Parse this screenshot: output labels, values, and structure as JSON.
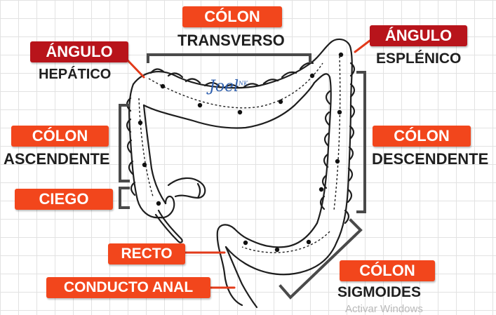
{
  "labels": {
    "colon_transverso": {
      "title": "CÓLON",
      "sub": "TRANSVERSO"
    },
    "angulo_hepatico": {
      "title": "ÁNGULO",
      "sub": "HEPÁTICO"
    },
    "angulo_esplenico": {
      "title": "ÁNGULO",
      "sub": "ESPLÉNICO"
    },
    "colon_ascendente": {
      "title": "CÓLON",
      "sub": "ASCENDENTE"
    },
    "colon_descendente": {
      "title": "CÓLON",
      "sub": "DESCENDENTE"
    },
    "ciego": {
      "title": "CIEGO"
    },
    "recto": {
      "title": "RECTO"
    },
    "conducto_anal": {
      "title": "CONDUCTO ANAL"
    },
    "colon_sigmoides": {
      "title": "CÓLON",
      "sub": "SIGMOIDES"
    }
  },
  "logo": {
    "text": "Joel",
    "sup": "NK"
  },
  "watermark": {
    "text": "Activar Windows"
  },
  "colors": {
    "label_orange": "#f2461c",
    "label_darkred": "#b8141b",
    "bracket": "#4a4a4a",
    "outline": "#1e1e1e",
    "grid": "#e2e2e2"
  }
}
